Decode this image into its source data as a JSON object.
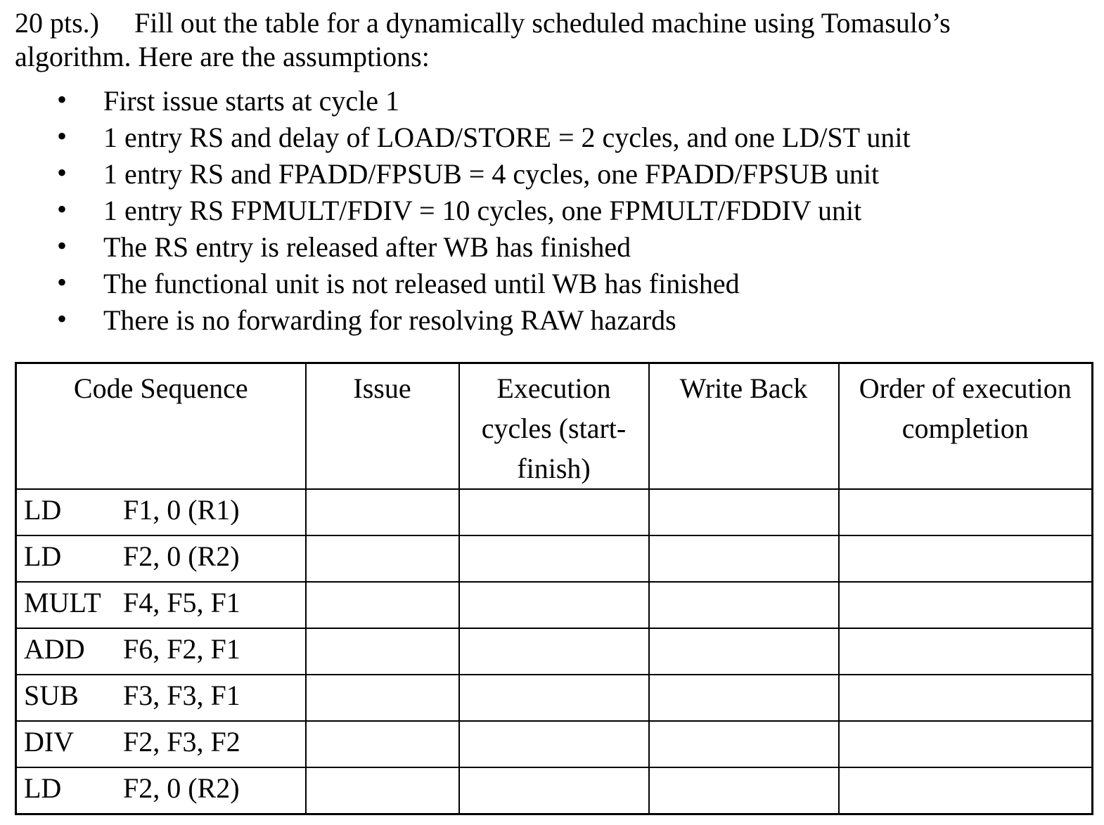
{
  "heading": {
    "points": "20 pts.)",
    "line1": "Fill out the table for a dynamically scheduled machine using Tomasulo’s",
    "line2": "algorithm. Here are the assumptions:"
  },
  "assumptions": {
    "bullet_glyph": "•",
    "items": [
      "First issue starts at cycle 1",
      "1 entry RS and delay of LOAD/STORE = 2 cycles, and one LD/ST unit",
      "1 entry RS and FPADD/FPSUB = 4 cycles, one FPADD/FPSUB unit",
      "1 entry RS FPMULT/FDIV = 10 cycles, one FPMULT/FDDIV unit",
      "The RS entry is released after WB has finished",
      "The functional unit is not released until WB has finished",
      "There is no forwarding for resolving RAW hazards"
    ]
  },
  "table": {
    "headers": {
      "code_sequence": "Code Sequence",
      "issue": "Issue",
      "execution": "Execution\ncycles (start-\nfinish)",
      "write_back": "Write Back",
      "order": "Order of execution\ncompletion"
    },
    "rows": [
      {
        "opcode": "LD",
        "operands": "F1, 0 (R1)",
        "issue": "",
        "execution": "",
        "write_back": "",
        "order": ""
      },
      {
        "opcode": "LD",
        "operands": "F2, 0 (R2)",
        "issue": "",
        "execution": "",
        "write_back": "",
        "order": ""
      },
      {
        "opcode": "MULT",
        "operands": "F4, F5, F1",
        "issue": "",
        "execution": "",
        "write_back": "",
        "order": ""
      },
      {
        "opcode": "ADD",
        "operands": "F6, F2, F1",
        "issue": "",
        "execution": "",
        "write_back": "",
        "order": ""
      },
      {
        "opcode": "SUB",
        "operands": "F3, F3, F1",
        "issue": "",
        "execution": "",
        "write_back": "",
        "order": ""
      },
      {
        "opcode": "DIV",
        "operands": "F2, F3, F2",
        "issue": "",
        "execution": "",
        "write_back": "",
        "order": ""
      },
      {
        "opcode": "LD",
        "operands": "F2, 0 (R2)",
        "issue": "",
        "execution": "",
        "write_back": "",
        "order": ""
      }
    ]
  }
}
